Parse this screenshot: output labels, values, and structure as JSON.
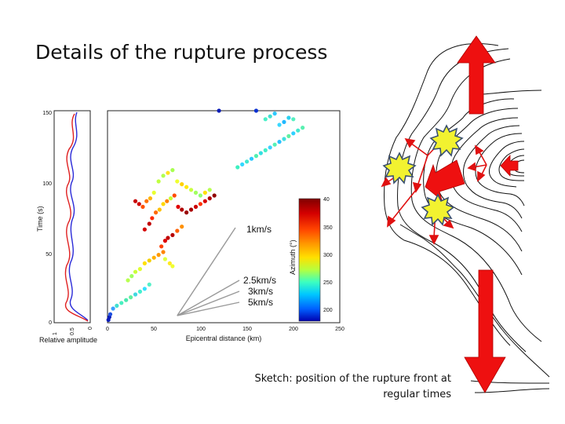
{
  "slide": {
    "title": "Details of the rupture process",
    "caption_line1": "Sketch: position of the rupture front at",
    "caption_line2": "regular times"
  },
  "chart_data": {
    "type": "scatter",
    "xlabel": "Epicentral distance (km)",
    "ylabel": "Time (s)",
    "xlim": [
      0,
      250
    ],
    "ylim": [
      0,
      150
    ],
    "xticks": [
      "0",
      "50",
      "100",
      "150",
      "200",
      "250"
    ],
    "yticks": [
      "0",
      "50",
      "100",
      "150"
    ],
    "colorbar": {
      "label": "Azimuth (°)",
      "ticks": [
        "40",
        "350",
        "300",
        "250",
        "200"
      ],
      "colormap": [
        "#7f0000",
        "#d40000",
        "#ff4400",
        "#ff9900",
        "#ffe000",
        "#b6ff3e",
        "#3cffc0",
        "#00c8ff",
        "#0060ff",
        "#0000b0"
      ]
    },
    "velocity_lines": [
      {
        "label": "1km/s",
        "speed": 1
      },
      {
        "label": "2.5km/s",
        "speed": 2.5
      },
      {
        "label": "3km/s",
        "speed": 3
      },
      {
        "label": "5km/s",
        "speed": 5
      }
    ],
    "side_panel": {
      "xlabel": "Relative amplitude",
      "xticks": [
        "1",
        "0.5",
        "0"
      ],
      "yticks": [
        "0",
        "50",
        "100",
        "150"
      ]
    },
    "points": [
      [
        1,
        2,
        "#0a1cb8"
      ],
      [
        2,
        4,
        "#0a1cb8"
      ],
      [
        3,
        6,
        "#1f4fe0"
      ],
      [
        6,
        10,
        "#3aa0ff"
      ],
      [
        10,
        12,
        "#40e0d0"
      ],
      [
        15,
        14,
        "#49f0c0"
      ],
      [
        20,
        16,
        "#4be8b0"
      ],
      [
        25,
        18,
        "#60f0a0"
      ],
      [
        30,
        20,
        "#40d8e0"
      ],
      [
        35,
        22,
        "#44f0d0"
      ],
      [
        40,
        24,
        "#33e0ff"
      ],
      [
        45,
        27,
        "#55f0c8"
      ],
      [
        22,
        30,
        "#b8ff50"
      ],
      [
        26,
        33,
        "#a0ff60"
      ],
      [
        30,
        36,
        "#c8ff3a"
      ],
      [
        35,
        38,
        "#e0ff30"
      ],
      [
        40,
        42,
        "#ffe000"
      ],
      [
        45,
        44,
        "#f4d000"
      ],
      [
        50,
        46,
        "#ffb000"
      ],
      [
        55,
        48,
        "#ff9a00"
      ],
      [
        60,
        50,
        "#ff8400"
      ],
      [
        62,
        45,
        "#e0ff40"
      ],
      [
        67,
        42,
        "#ffea20"
      ],
      [
        70,
        40,
        "#f0ff30"
      ],
      [
        58,
        54,
        "#ff4000"
      ],
      [
        62,
        58,
        "#dd0000"
      ],
      [
        65,
        60,
        "#c00000"
      ],
      [
        70,
        62,
        "#b60000"
      ],
      [
        75,
        65,
        "#ff6000"
      ],
      [
        80,
        68,
        "#ff9000"
      ],
      [
        40,
        66,
        "#d40000"
      ],
      [
        45,
        70,
        "#c00000"
      ],
      [
        48,
        74,
        "#ff2a00"
      ],
      [
        52,
        78,
        "#ff6a00"
      ],
      [
        56,
        80,
        "#ffc000"
      ],
      [
        60,
        84,
        "#ffd800"
      ],
      [
        64,
        86,
        "#ff8000"
      ],
      [
        68,
        88,
        "#c8ff30"
      ],
      [
        72,
        90,
        "#ff4a00"
      ],
      [
        76,
        82,
        "#e00000"
      ],
      [
        80,
        80,
        "#b00000"
      ],
      [
        85,
        78,
        "#990000"
      ],
      [
        90,
        80,
        "#aa0000"
      ],
      [
        95,
        82,
        "#cc0000"
      ],
      [
        100,
        84,
        "#ff3000"
      ],
      [
        105,
        86,
        "#d80000"
      ],
      [
        110,
        88,
        "#b00000"
      ],
      [
        115,
        90,
        "#900000"
      ],
      [
        30,
        86,
        "#c80000"
      ],
      [
        34,
        84,
        "#d00000"
      ],
      [
        38,
        82,
        "#ff5000"
      ],
      [
        42,
        86,
        "#ff7000"
      ],
      [
        46,
        88,
        "#ffb400"
      ],
      [
        50,
        92,
        "#e8ff30"
      ],
      [
        55,
        100,
        "#c0ff40"
      ],
      [
        60,
        104,
        "#b0ff50"
      ],
      [
        65,
        106,
        "#ffe020"
      ],
      [
        70,
        108,
        "#a8ff50"
      ],
      [
        75,
        100,
        "#f0ff30"
      ],
      [
        80,
        98,
        "#ffd000"
      ],
      [
        85,
        96,
        "#ffe800"
      ],
      [
        90,
        94,
        "#c8ff40"
      ],
      [
        95,
        92,
        "#a0ff60"
      ],
      [
        100,
        90,
        "#90ff70"
      ],
      [
        105,
        92,
        "#ffe000"
      ],
      [
        110,
        94,
        "#b8ff50"
      ],
      [
        140,
        110,
        "#3cf0c0"
      ],
      [
        145,
        112,
        "#33d8ff"
      ],
      [
        150,
        114,
        "#40e8d0"
      ],
      [
        155,
        116,
        "#2ac8ff"
      ],
      [
        160,
        118,
        "#50f0b0"
      ],
      [
        165,
        120,
        "#33e0e0"
      ],
      [
        170,
        122,
        "#44f0c8"
      ],
      [
        175,
        124,
        "#3ad0ff"
      ],
      [
        180,
        126,
        "#55f0b8"
      ],
      [
        185,
        128,
        "#2ac0ff"
      ],
      [
        190,
        130,
        "#40e0e0"
      ],
      [
        195,
        132,
        "#60f0a0"
      ],
      [
        200,
        134,
        "#30d0ff"
      ],
      [
        205,
        136,
        "#44e8d0"
      ],
      [
        210,
        138,
        "#58f0b0"
      ],
      [
        185,
        140,
        "#3ad8ff"
      ],
      [
        190,
        142,
        "#22b8ff"
      ],
      [
        195,
        145,
        "#2ad0f0"
      ],
      [
        175,
        146,
        "#40e0d0"
      ],
      [
        180,
        148,
        "#30c8ff"
      ],
      [
        200,
        144,
        "#55f0c0"
      ],
      [
        170,
        144,
        "#48f0c8"
      ],
      [
        160,
        150,
        "#0a30d0"
      ],
      [
        120,
        150,
        "#0a1cb8"
      ]
    ]
  }
}
